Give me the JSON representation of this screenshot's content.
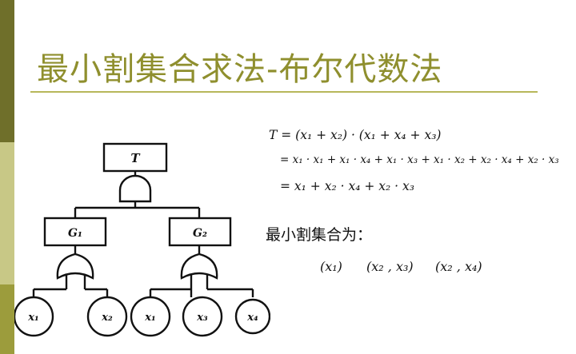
{
  "slide": {
    "title": "最小割集合求法-布尔代数法",
    "colors": {
      "band_dark": "#6f6f2a",
      "band_light": "#c8c886",
      "band_mid": "#9c9c3c",
      "title": "#8f8f2e",
      "rule": "#b7b75a"
    }
  },
  "fault_tree": {
    "top_event": "T",
    "gates": [
      "G₁",
      "G₂"
    ],
    "basic_events": [
      "x₁",
      "x₂",
      "x₁",
      "x₃",
      "x₄"
    ]
  },
  "equations": {
    "line1": "T = (x₁ + x₂) · (x₁ + x₄ + x₃)",
    "line2": "= x₁ · x₁ + x₁ · x₄ + x₁ · x₃ + x₁ · x₂ + x₂ · x₄ + x₂ · x₃",
    "line3": "= x₁ + x₂ · x₄ + x₂ · x₃"
  },
  "result": {
    "label": "最小割集合为：",
    "sets": [
      "(x₁)",
      "(x₂ , x₃)",
      "(x₂ , x₄)"
    ]
  }
}
